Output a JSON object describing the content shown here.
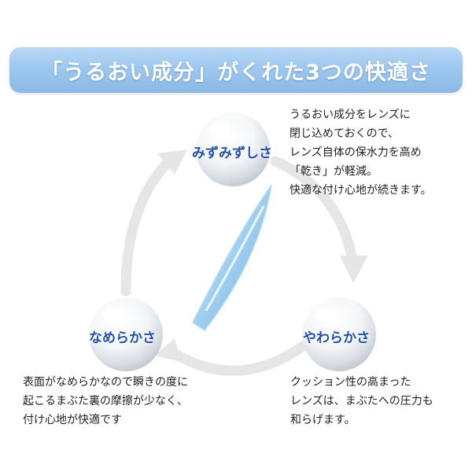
{
  "banner": {
    "title": "「うるおい成分」がくれた3つの快適さ"
  },
  "nodes": {
    "top": {
      "label": "みずみずしさ",
      "description": [
        "うるおい成分をレンズに",
        "閉じ込めておくので、",
        "レンズ自体の保水力を高め",
        "「乾き」が軽減。",
        "快適な付け心地が続きます。"
      ]
    },
    "right": {
      "label": "やわらかさ",
      "description": [
        "クッション性の高まった",
        "レンズは、まぶたへの圧力も",
        "和らげます。"
      ]
    },
    "left": {
      "label": "なめらかさ",
      "description": [
        "表面がなめらかなので瞬きの度に",
        "起こるまぶた裏の摩擦が少なく、",
        "付け心地が快適です"
      ]
    }
  },
  "colors": {
    "banner": "#9ec8ef",
    "label": "#1f50b4",
    "lens": "#8fc6ec",
    "arrow": "#e6e6e6"
  },
  "icons": [
    "cycle-arrow-icon",
    "contact-lens-icon",
    "water-droplet-icon"
  ]
}
